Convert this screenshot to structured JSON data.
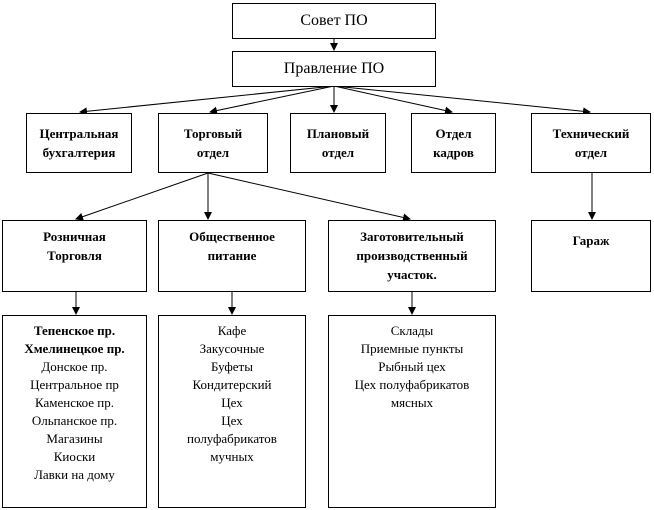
{
  "nodes": {
    "sovet": {
      "lines": [
        "Совет ПО"
      ]
    },
    "pravlenie": {
      "lines": [
        "Правление ПО"
      ]
    },
    "buh": {
      "lines": [
        "Центральная",
        "бухгалтерия"
      ]
    },
    "torg": {
      "lines": [
        "Торговый",
        "отдел"
      ]
    },
    "plan": {
      "lines": [
        "Плановый",
        "отдел"
      ]
    },
    "kadry": {
      "lines": [
        "Отдел",
        "кадров"
      ]
    },
    "tech": {
      "lines": [
        "Технический",
        "отдел"
      ]
    },
    "rozn": {
      "lines": [
        "Розничная",
        "Торговля"
      ]
    },
    "obsch": {
      "lines": [
        "Общественное",
        "питание"
      ]
    },
    "zag": {
      "lines": [
        "Заготовительный",
        "производственный",
        "участок."
      ]
    },
    "garazh": {
      "lines": [
        "Гараж"
      ]
    },
    "rozn_list": {
      "bold_lines": [
        "Тепенское пр.",
        "Хмелинецкое пр."
      ],
      "lines": [
        "Донское пр.",
        "Центральное пр",
        "Каменское пр.",
        "Ольпанское пр.",
        "Магазины",
        "Киоски",
        "Лавки на дому"
      ]
    },
    "obsch_list": {
      "lines": [
        "Кафе",
        "Закусочные",
        "Буфеты",
        "Кондитерский",
        "Цех",
        "Цех",
        "полуфабрикатов",
        "мучных"
      ]
    },
    "zag_list": {
      "lines": [
        "Склады",
        "Приемные пункты",
        "Рыбный цех",
        "Цех  полуфабрикатов",
        "мясных"
      ]
    }
  },
  "colors": {
    "line": "#000000",
    "box_border": "#000000",
    "background": "#ffffff"
  }
}
